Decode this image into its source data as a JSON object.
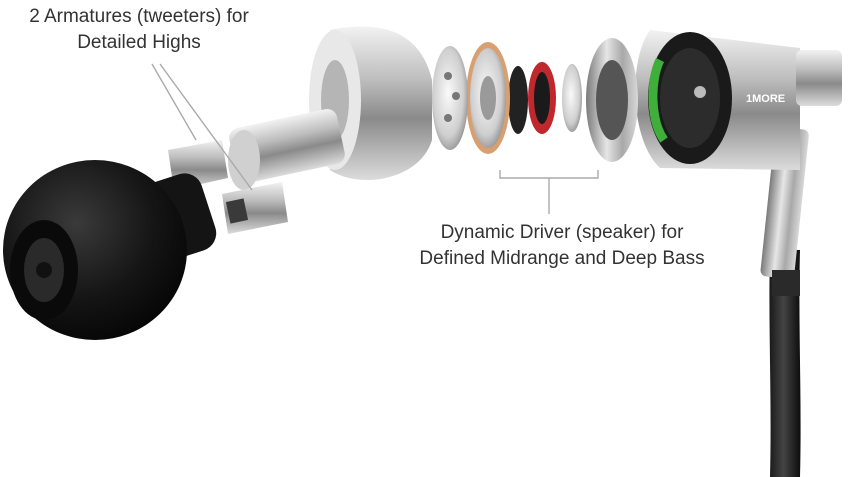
{
  "callouts": {
    "armatures": {
      "line1": "2 Armatures (tweeters) for",
      "line2": "Detailed Highs"
    },
    "driver": {
      "line1": "Dynamic Driver (speaker) for",
      "line2": "Defined Midrange and Deep Bass"
    }
  },
  "brand": {
    "logo_text": "1MORE"
  },
  "colors": {
    "background": "#ffffff",
    "label_text": "#333333",
    "leader_line": "#aaaaaa",
    "silver": "#c8c8c8",
    "eartip": "#111111",
    "green_ring": "#3fae3a",
    "red_ring": "#c0282e",
    "gold_ring": "#d8a070"
  }
}
